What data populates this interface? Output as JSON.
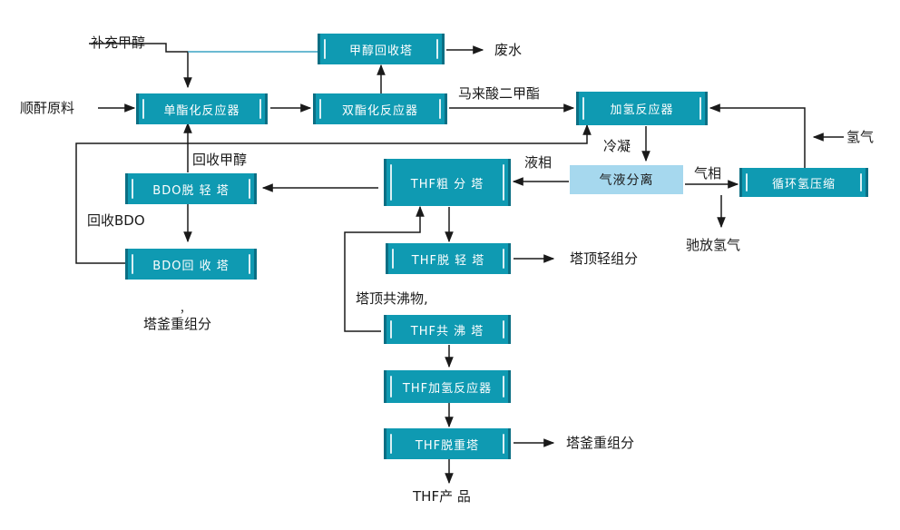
{
  "units": {
    "methanol_recovery_tower": "甲醇回收塔",
    "monoester_reactor": "单酯化反应器",
    "diester_reactor": "双酯化反应器",
    "hydrogenation_reactor": "加氢反应器",
    "gas_liquid_separator": "气液分离",
    "hydrogen_compressor": "循环氢压缩",
    "thf_crude_tower": "THF粗 分 塔",
    "bdo_light_tower": "BDO脱 轻 塔",
    "bdo_recovery_tower": "BDO回 收 塔",
    "thf_light_tower": "THF脱 轻 塔",
    "thf_azeotrope_tower": "THF共 沸 塔",
    "thf_hydrogenation_reactor": "THF加氢反应器",
    "thf_heavy_tower": "THF脱重塔"
  },
  "labels": {
    "makeup_methanol": "补充甲醇",
    "maleic_anhydride_feed": "顺酐原料",
    "waste_water": "废水",
    "dimethyl_maleate": "马来酸二甲酯",
    "hydrogen": "氢气",
    "condensation": "冷凝",
    "liquid_phase": "液相",
    "gas_phase": "气相",
    "vent_hydrogen": "驰放氢气",
    "recovered_methanol": "回收甲醇",
    "recovered_bdo": "回收BDO",
    "bottoms_heavy_left": "塔釜重组分",
    "comma_mark": "，",
    "top_light": "塔顶轻组分",
    "top_azeotrope": "塔顶共沸物,",
    "bottoms_heavy_right": "塔釜重组分",
    "thf_product": "THF产 品"
  },
  "colors": {
    "unit_fill": "#0f9ab2",
    "unit_edge": "#0b6f84",
    "separator_fill": "#a6d8ee",
    "line": "#1a1a1a",
    "methanol_line": "#3aa3c4"
  }
}
